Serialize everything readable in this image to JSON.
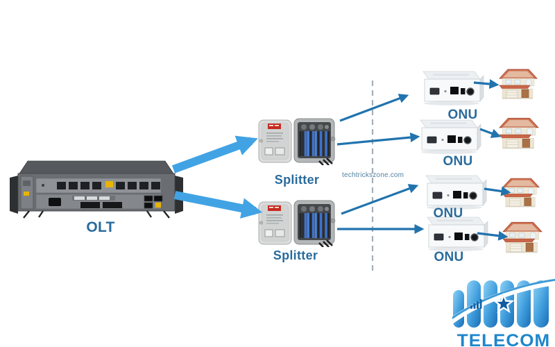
{
  "diagram_type": "GPON / FTTH network architecture",
  "watermark": "techtrickszone.com",
  "labels": {
    "olt": "OLT",
    "splitter": "Splitter",
    "onu": "ONU"
  },
  "logo": {
    "text": "TELECOM"
  },
  "nodes": [
    "olt",
    "splitter-top",
    "splitter-bottom",
    "onu-1",
    "onu-2",
    "onu-3",
    "onu-4",
    "house-1",
    "house-2",
    "house-3",
    "house-4"
  ],
  "connections": [
    {
      "from": "olt",
      "to": "splitter-top",
      "style": "thick-arrow"
    },
    {
      "from": "olt",
      "to": "splitter-bottom",
      "style": "thick-arrow"
    },
    {
      "from": "splitter-top",
      "to": "onu-1",
      "style": "thin-arrow"
    },
    {
      "from": "splitter-top",
      "to": "onu-2",
      "style": "thin-arrow"
    },
    {
      "from": "splitter-bottom",
      "to": "onu-3",
      "style": "thin-arrow"
    },
    {
      "from": "splitter-bottom",
      "to": "onu-4",
      "style": "thin-arrow"
    },
    {
      "from": "onu-1",
      "to": "house-1",
      "style": "thin-arrow"
    },
    {
      "from": "onu-2",
      "to": "house-2",
      "style": "thin-arrow"
    },
    {
      "from": "onu-3",
      "to": "house-3",
      "style": "thin-arrow"
    },
    {
      "from": "onu-4",
      "to": "house-4",
      "style": "thin-arrow"
    }
  ],
  "colors": {
    "label_blue": "#2a6b9c",
    "thick_arrow": "#41a3e4",
    "thin_arrow": "#2173ae",
    "dashed_line": "#a3afb8",
    "watermark_blue": "#52809f",
    "logo_blue": "#1e86cd",
    "roof_terracotta": "#cf7050",
    "wall_cream": "#efe9da"
  }
}
